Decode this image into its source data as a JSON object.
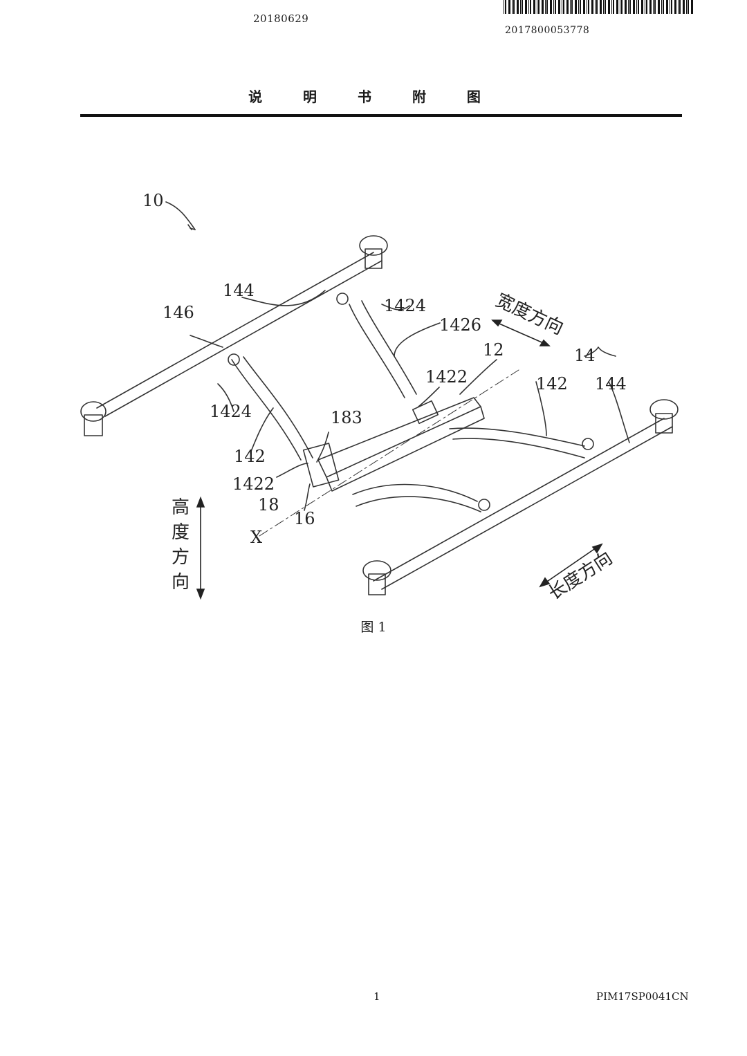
{
  "header": {
    "date": "20180629",
    "application_number": "2017800053778"
  },
  "title": "说 明 书 附 图",
  "figure": {
    "caption": "图 1",
    "labels": {
      "l10": "10",
      "l144_left": "144",
      "l146": "146",
      "l1424_top": "1424",
      "l1426": "1426",
      "l12": "12",
      "l14": "14",
      "l1422_top": "1422",
      "l142_right": "142",
      "l144_right": "144",
      "l1424_left": "1424",
      "l183": "183",
      "l142_left": "142",
      "l1422_left": "1422",
      "l18": "18",
      "l16": "16",
      "lX": "X",
      "width_direction": "宽度方向",
      "height_direction": "高度方向",
      "length_direction": "长度方向"
    }
  },
  "footer": {
    "page_number": "1",
    "document_id": "PIM17SP0041CN"
  }
}
